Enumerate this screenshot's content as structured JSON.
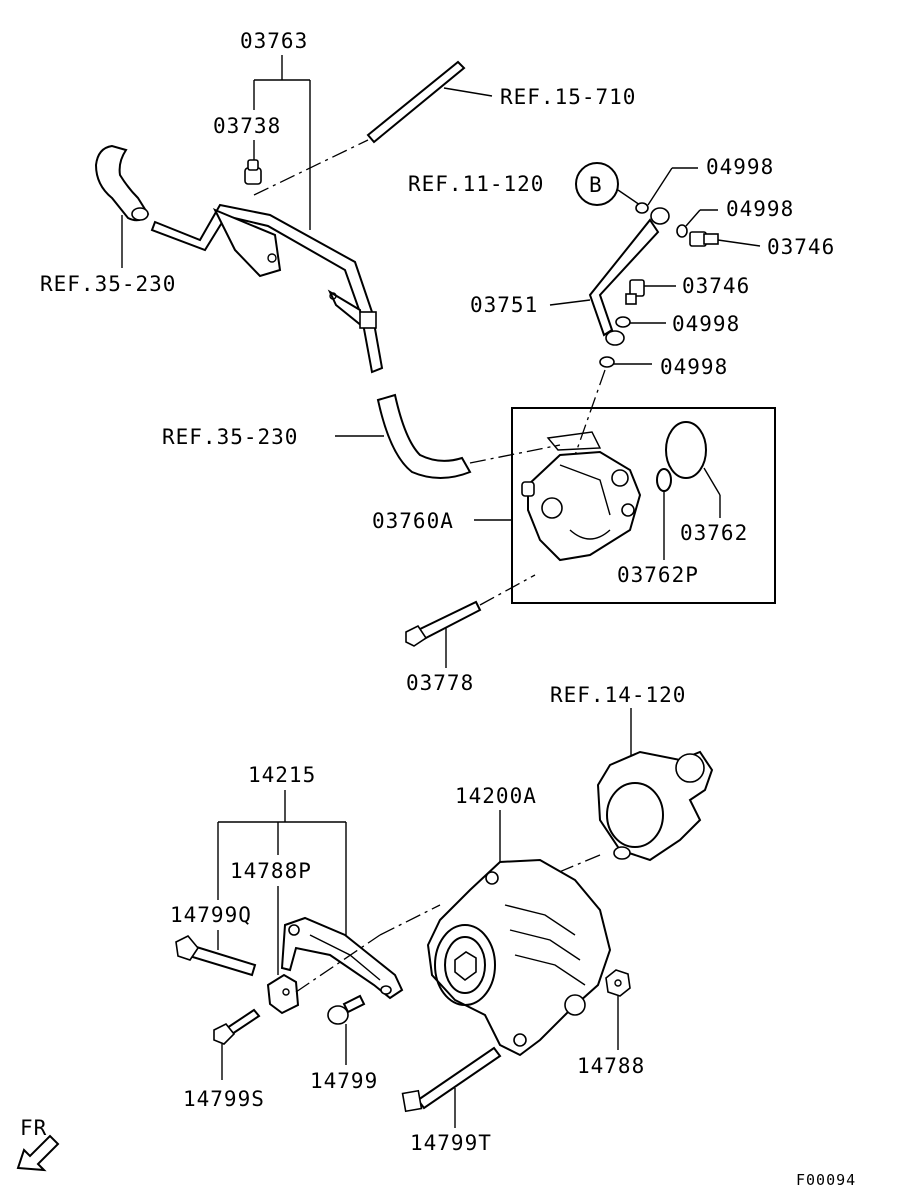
{
  "labels": {
    "p03763": "03763",
    "p03738": "03738",
    "ref_15_710": "REF.15-710",
    "ref_35_230_top": "REF.35-230",
    "ref_11_120": "REF.11-120",
    "circle_b": "B",
    "p04998_a": "04998",
    "p04998_b": "04998",
    "p03746_a": "03746",
    "p03746_b": "03746",
    "p03751": "03751",
    "p04998_c": "04998",
    "p04998_d": "04998",
    "ref_35_230_mid": "REF.35-230",
    "p03760A": "03760A",
    "p03762": "03762",
    "p03762P": "03762P",
    "p03778": "03778",
    "ref_14_120": "REF.14-120",
    "p14215": "14215",
    "p14200A": "14200A",
    "p14788P": "14788P",
    "p14799Q": "14799Q",
    "p14799S": "14799S",
    "p14799": "14799",
    "p14788": "14788",
    "p14799T": "14799T",
    "front": "FR",
    "figure_code": "F00094"
  },
  "colors": {
    "ink": "#000000",
    "paper": "#ffffff"
  }
}
